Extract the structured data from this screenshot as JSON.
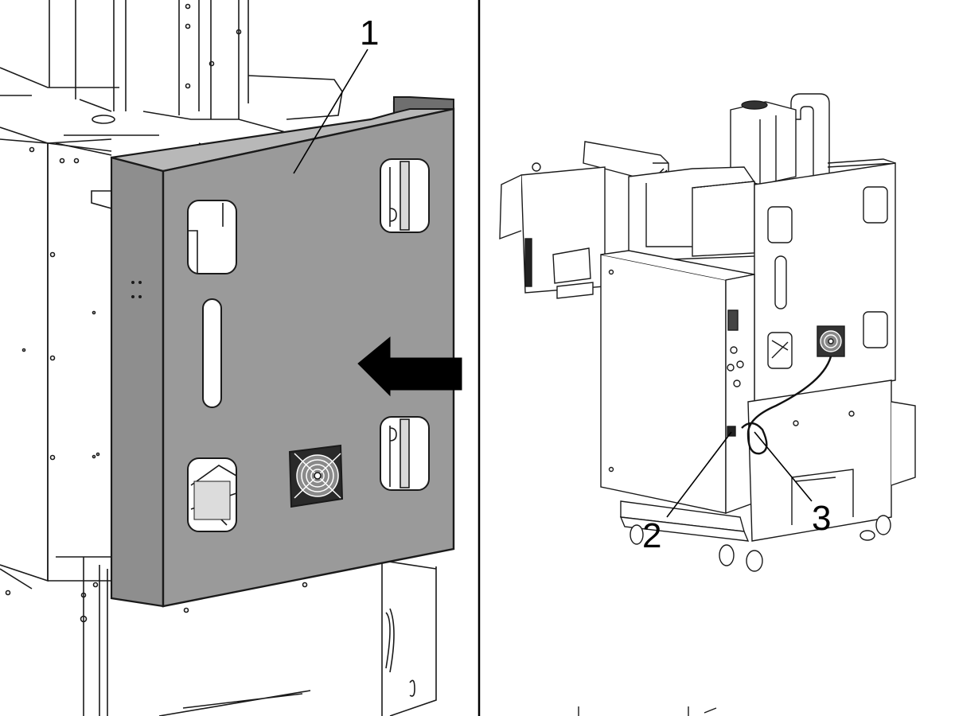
{
  "callouts": [
    {
      "id": "1",
      "text": "1"
    },
    {
      "id": "2",
      "text": "2"
    },
    {
      "id": "3",
      "text": "3"
    }
  ],
  "colors": {
    "panel": "#9a9a9a",
    "panel_edge": "#1a1a1a",
    "line": "#1a1a1a",
    "divider": "#000000",
    "background": "#ffffff"
  },
  "icons": [
    "fan-icon",
    "arrow-left-icon"
  ]
}
